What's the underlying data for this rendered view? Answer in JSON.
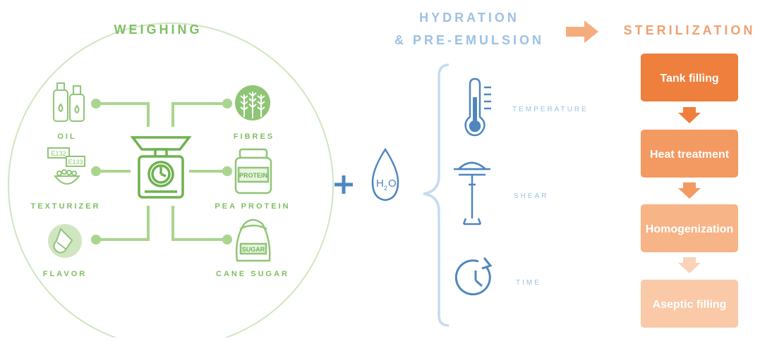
{
  "weighing": {
    "title": "WEIGHING",
    "ingredients": {
      "oil": "OIL",
      "texturizer": "TEXTURIZER",
      "flavor": "FLAVOR",
      "fibres": "FIBRES",
      "pea_protein": "PEA PROTEIN",
      "cane_sugar": "CANE SUGAR"
    },
    "icon_text": {
      "e132_top": "E132",
      "e132_bottom": "E133",
      "protein_jar": "PROTEIN",
      "sugar_bag": "SUGAR"
    }
  },
  "water": {
    "symbol": "H",
    "subscript": "2",
    "suffix": "O"
  },
  "hydration": {
    "title_line1": "HYDRATION",
    "title_line2": "& PRE-EMULSION",
    "params": [
      "TEMPERATURE",
      "SHEAR",
      "TIME"
    ]
  },
  "sterilization": {
    "title": "STERILIZATION",
    "steps": [
      "Tank filling",
      "Heat treatment",
      "Homogenization",
      "Aseptic filling"
    ]
  },
  "colors": {
    "green": "#7fbf64",
    "green_light": "#a9d58f",
    "blue": "#4f86c0",
    "blue_light": "#9cc1e3",
    "orange_title": "#f0a070",
    "step_colors": [
      "#ef7f3c",
      "#f39a62",
      "#f6b487",
      "#f9c9a8"
    ]
  }
}
